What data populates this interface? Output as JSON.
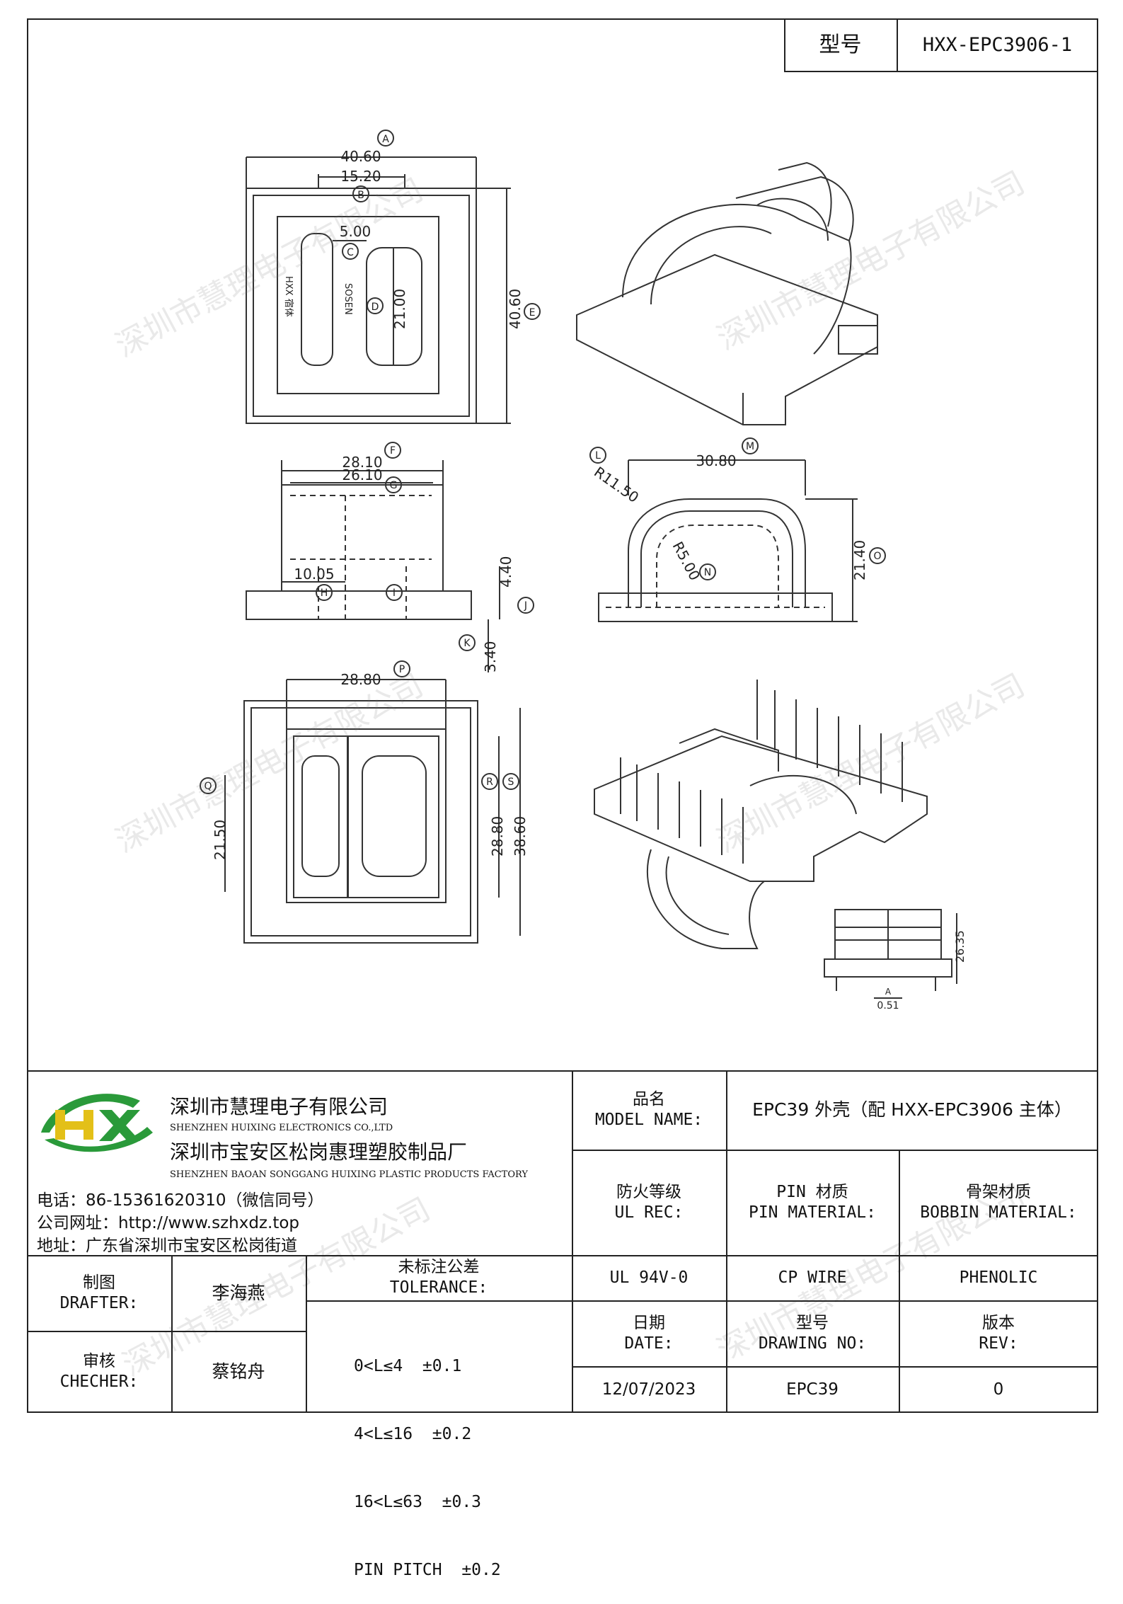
{
  "header": {
    "model_label": "型号",
    "model_value": "HXX-EPC3906-1"
  },
  "drawing": {
    "top_view": {
      "dim_a": "40.60",
      "dim_b": "15.20",
      "dim_c": "5.00",
      "dim_d": "21.00",
      "dim_e": "40.60",
      "marks": [
        "A",
        "B",
        "C",
        "D",
        "E"
      ],
      "slot_text_left": "HXX 宿体",
      "slot_text_right": "SOSEN"
    },
    "front_view": {
      "dim_f": "28.10",
      "dim_g": "26.10",
      "dim_h": "10.05",
      "dim_j": "4.40",
      "dim_k": "3.40",
      "marks": [
        "F",
        "G",
        "H",
        "I",
        "J",
        "K"
      ]
    },
    "side_view": {
      "dim_l": "R11.50",
      "dim_m": "30.80",
      "dim_n": "R5.00",
      "dim_o": "21.40",
      "marks": [
        "L",
        "M",
        "N",
        "O"
      ]
    },
    "bottom_view": {
      "dim_p": "28.80",
      "dim_q": "21.50",
      "dim_r": "28.80",
      "dim_s": "38.60",
      "marks": [
        "P",
        "Q",
        "R",
        "S"
      ]
    },
    "mini_view": {
      "dim_height": "26.35",
      "dim_pin": "0.51",
      "mark": "A"
    }
  },
  "watermark": "深圳市慧理电子有限公司",
  "company": {
    "logo_text": "HX",
    "name_cn": "深圳市慧理电子有限公司",
    "name_en": "SHENZHEN HUIXING ELECTRONICS CO.,LTD",
    "factory_cn": "深圳市宝安区松岗惠理塑胶制品厂",
    "factory_en": "SHENZHEN BAOAN SONGGANG HUIXING PLASTIC PRODUCTS FACTORY",
    "phone": "电话：86-15361620310（微信同号）",
    "website": "公司网址：http://www.szhxdz.top",
    "address": "地址：广东省深圳市宝安区松岗街道"
  },
  "title_block": {
    "model_name_cn": "品名",
    "model_name_en": "MODEL NAME:",
    "model_name_value": "EPC39 外壳（配 HXX-EPC3906 主体）",
    "ul_cn": "防火等级",
    "ul_en": "UL REC:",
    "ul_value": "UL 94V-0",
    "pin_cn": "PIN 材质",
    "pin_en": "PIN MATERIAL:",
    "pin_value": "CP WIRE",
    "bobbin_cn": "骨架材质",
    "bobbin_en": "BOBBIN MATERIAL:",
    "bobbin_value": "PHENOLIC",
    "drafter_cn": "制图",
    "drafter_en": "DRAFTER:",
    "drafter_value": "李海燕",
    "checker_cn": "审核",
    "checker_en": "CHECHER:",
    "checker_value": "蔡铭舟",
    "tolerance_cn": "未标注公差",
    "tolerance_en": "TOLERANCE:",
    "tolerance_lines": [
      "0<L≤4  ±0.1",
      "4<L≤16  ±0.2",
      "16<L≤63  ±0.3",
      "PIN PITCH  ±0.2"
    ],
    "date_cn": "日期",
    "date_en": "DATE:",
    "date_value": "12/07/2023",
    "drawing_no_cn": "型号",
    "drawing_no_en": "DRAWING NO:",
    "drawing_no_value": "EPC39",
    "rev_cn": "版本",
    "rev_en": "REV:",
    "rev_value": "0"
  }
}
